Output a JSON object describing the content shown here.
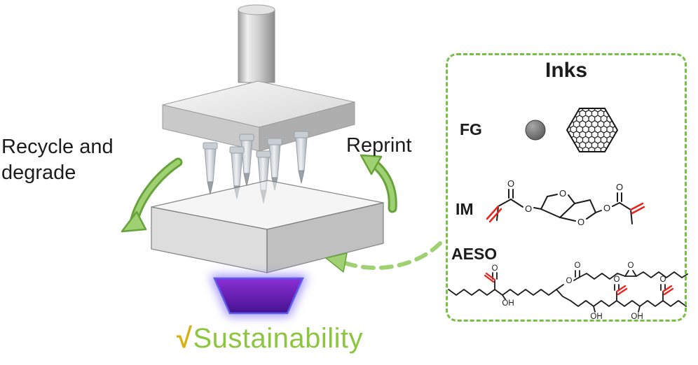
{
  "labels": {
    "recycle_line1": "Recycle and",
    "recycle_line2": "degrade",
    "reprint": "Reprint",
    "check": "√",
    "sustainability": "Sustainability"
  },
  "inks": {
    "title": "Inks",
    "fg": {
      "label": "FG"
    },
    "im": {
      "label": "IM",
      "atoms": [
        "O",
        "O",
        "O",
        "O",
        "O",
        "O"
      ]
    },
    "aeso": {
      "label": "AESO",
      "atoms": [
        "O",
        "OH",
        "O",
        "O",
        "O",
        "O",
        "O",
        "OH",
        "OH"
      ]
    }
  },
  "colors": {
    "green_light": "#9fd173",
    "green_dark": "#67a33a",
    "sustain_green": "#8cc63f",
    "check_yellow": "#d9b013",
    "ink_border": "#76c043",
    "red": "#e8231d",
    "part_edge": "#5b5bf0",
    "purple_top": "#8b2fd6",
    "purple_bottom": "#45128f"
  }
}
